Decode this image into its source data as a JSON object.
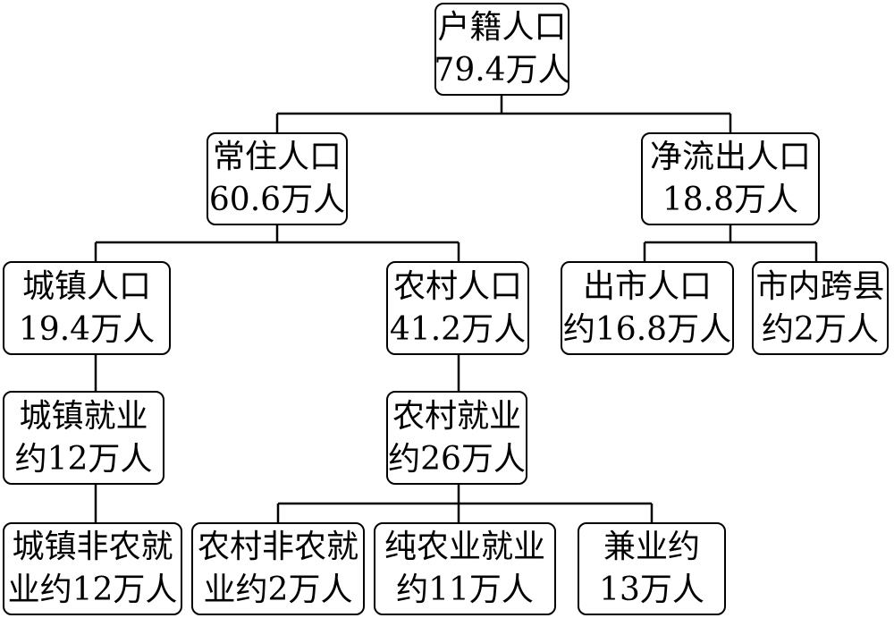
{
  "colors": {
    "line": "#000000",
    "box_border": "#000000",
    "box_fill": "#ffffff",
    "text": "#000000"
  },
  "nodes": {
    "huji": {
      "line1": "户籍人口",
      "line2": "79.4万人"
    },
    "changzhu": {
      "line1": "常住人口",
      "line2": "60.6万人"
    },
    "jingliuchu": {
      "line1": "净流出人口",
      "line2": "18.8万人"
    },
    "chengzhen": {
      "line1": "城镇人口",
      "line2": "19.4万人"
    },
    "nongcun": {
      "line1": "农村人口",
      "line2": "41.2万人"
    },
    "chushi": {
      "line1": "出市人口",
      "line2": "约16.8万人"
    },
    "shineikuaxian": {
      "line1": "市内跨县",
      "line2": "约2万人"
    },
    "chengzhenjiuye": {
      "line1": "城镇就业",
      "line2": "约12万人"
    },
    "nongcunjiuye": {
      "line1": "农村就业",
      "line2": "约26万人"
    },
    "chengzhenfeinong": {
      "line1": "城镇非农就",
      "line2": "业约12万人"
    },
    "nongcunfeinong": {
      "line1": "农村非农就",
      "line2": "业约2万人"
    },
    "chunnongye": {
      "line1": "纯农业就业",
      "line2": "约11万人"
    },
    "jianye": {
      "line1": "兼业约",
      "line2": "13万人"
    }
  }
}
